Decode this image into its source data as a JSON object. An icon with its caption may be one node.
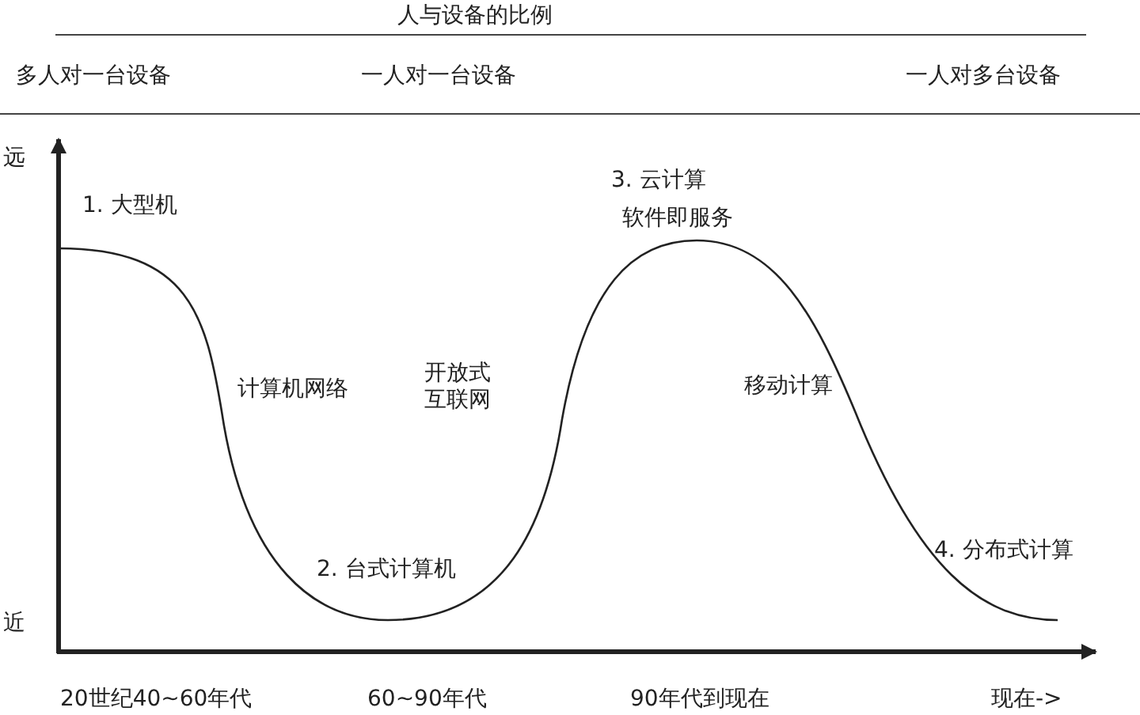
{
  "diagram": {
    "title": "人与设备的比例",
    "labels": [
      "多人对一台设备",
      "一人对一台设备",
      "一人对多台设备",
      "远",
      "近",
      "1. 大型机",
      "计算机网络",
      "开放式互联网",
      "2. 台式计算机",
      "3. 云计算",
      "软件即服务",
      "移动计算",
      "4. 分布式计算",
      "20世纪40~60年代",
      "60~90年代",
      "90年代到现在",
      "现在->"
    ]
  }
}
